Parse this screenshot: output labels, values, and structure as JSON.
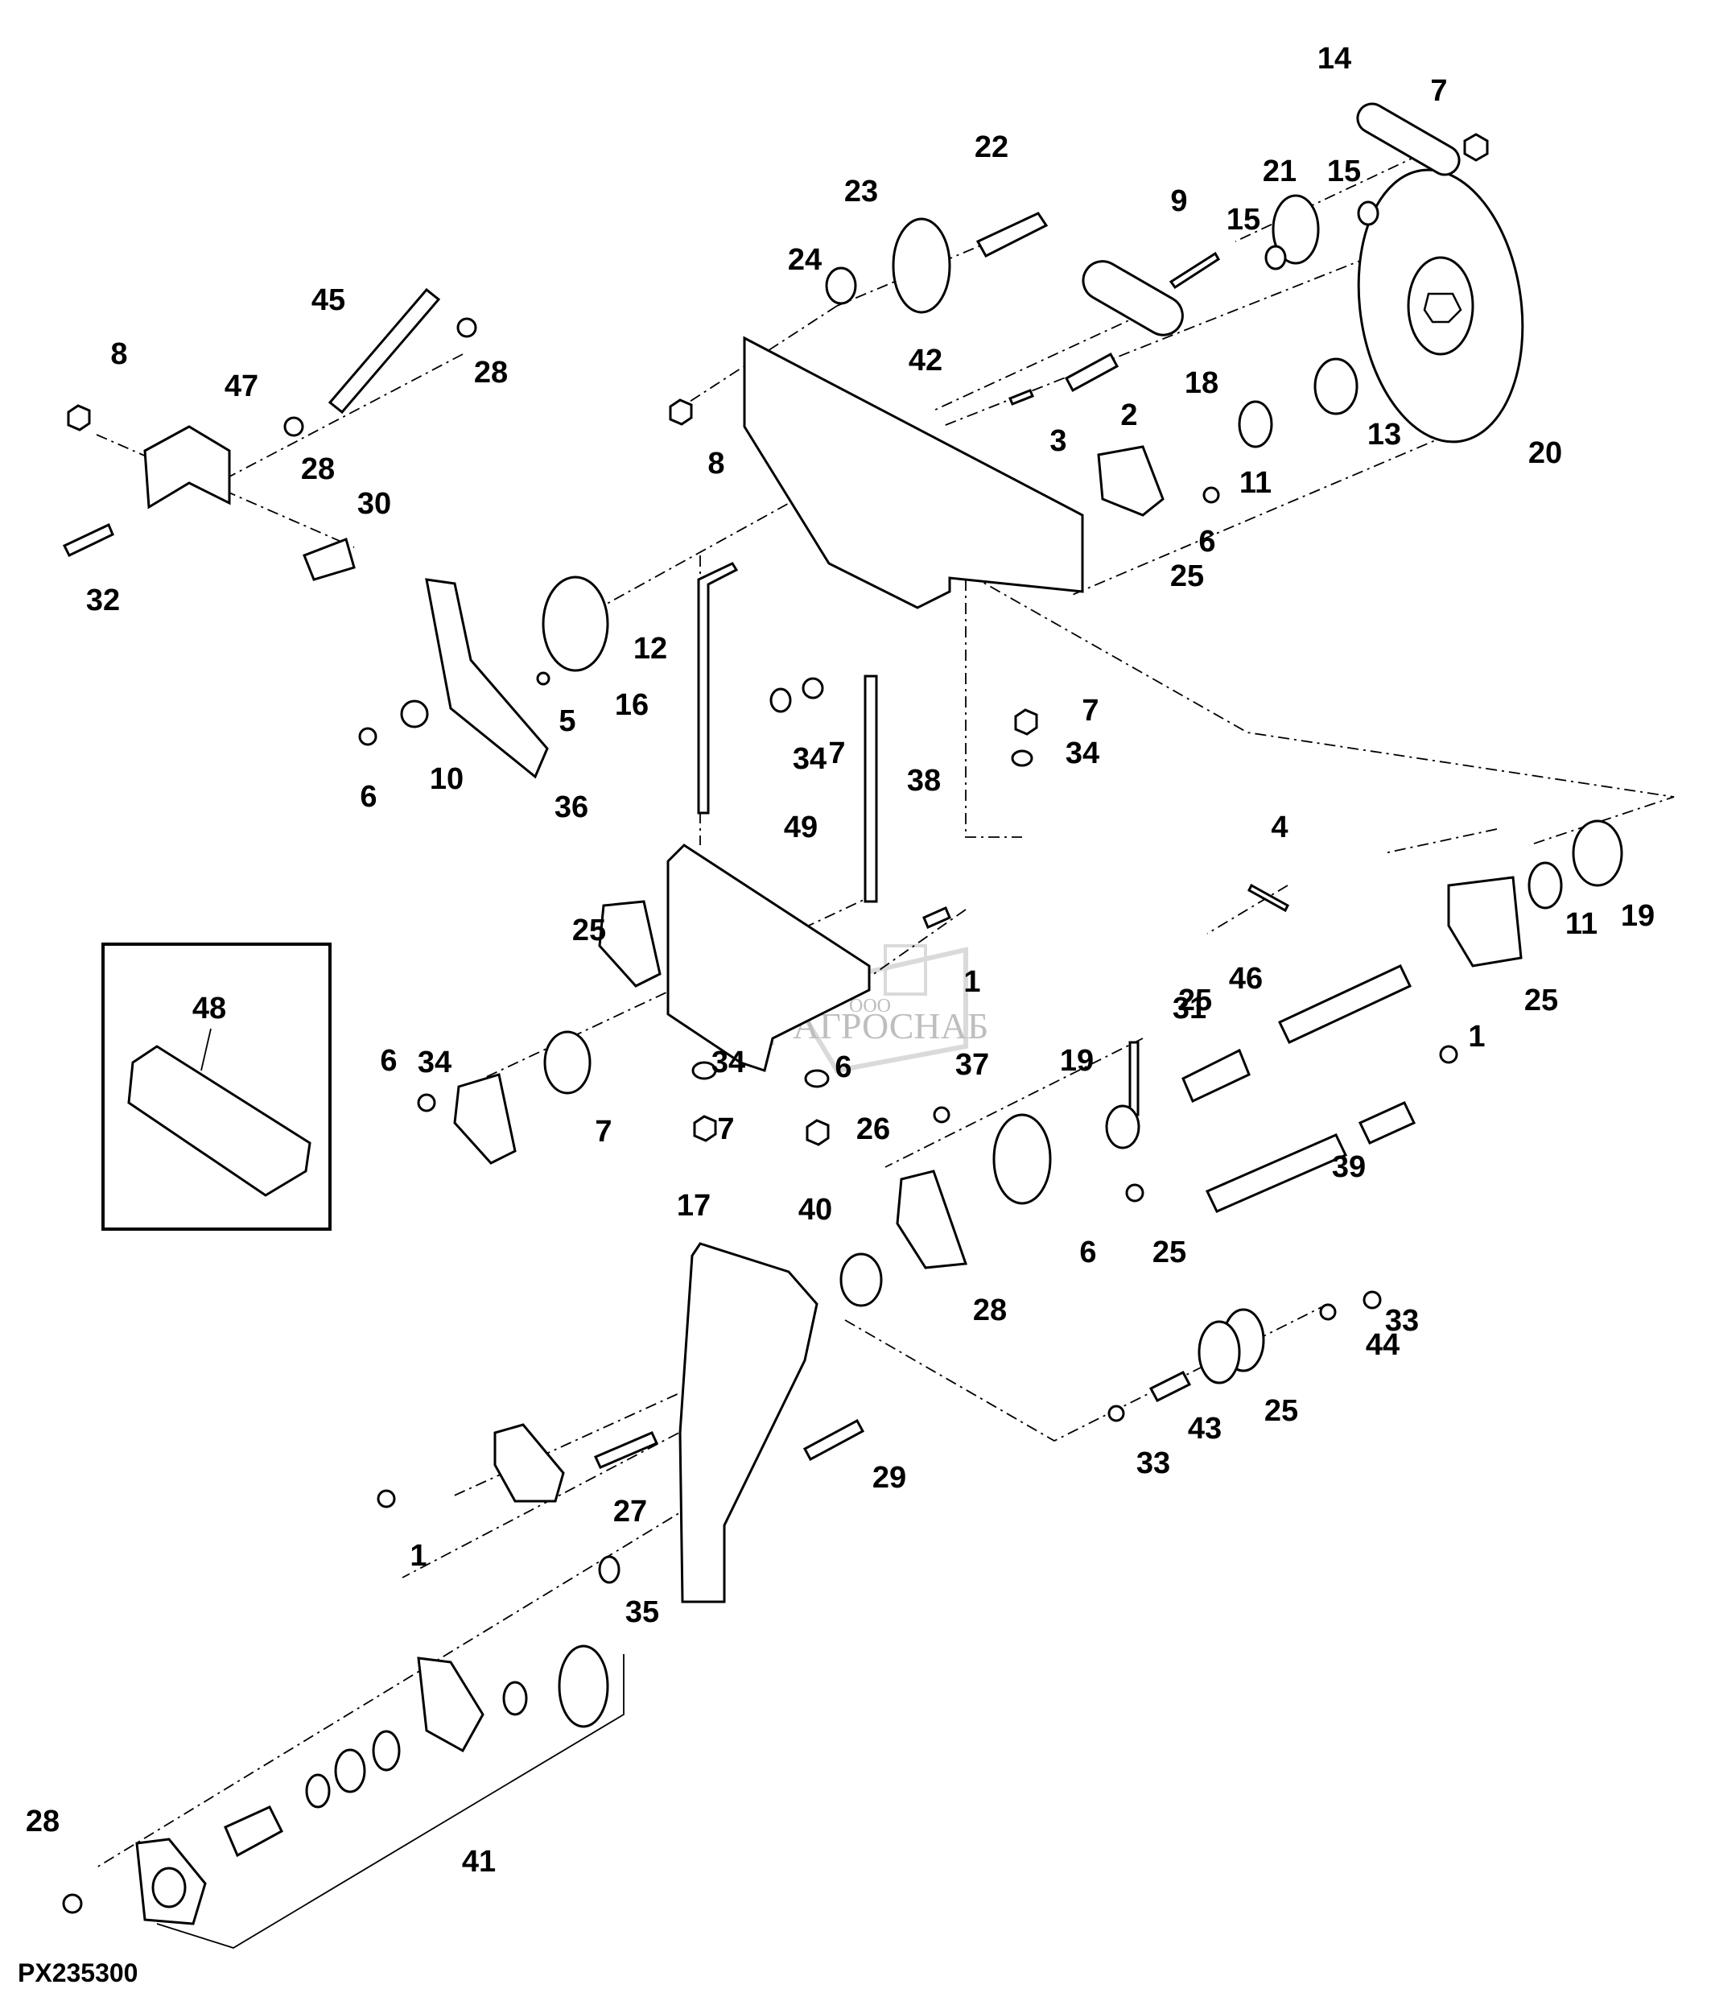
{
  "figure_id": "PX235300",
  "watermark": {
    "prefix": "ООО",
    "brand": "АГРОСНАБ",
    "color": "#b8b8b8"
  },
  "inset": {
    "callout": "48"
  },
  "callouts": [
    {
      "label": "14"
    },
    {
      "label": "7"
    },
    {
      "label": "22"
    },
    {
      "label": "23"
    },
    {
      "label": "21"
    },
    {
      "label": "15"
    },
    {
      "label": "9"
    },
    {
      "label": "15"
    },
    {
      "label": "24"
    },
    {
      "label": "45"
    },
    {
      "label": "8"
    },
    {
      "label": "47"
    },
    {
      "label": "28"
    },
    {
      "label": "42"
    },
    {
      "label": "28"
    },
    {
      "label": "8"
    },
    {
      "label": "2"
    },
    {
      "label": "18"
    },
    {
      "label": "3"
    },
    {
      "label": "13"
    },
    {
      "label": "20"
    },
    {
      "label": "11"
    },
    {
      "label": "30"
    },
    {
      "label": "32"
    },
    {
      "label": "6"
    },
    {
      "label": "25"
    },
    {
      "label": "12"
    },
    {
      "label": "16"
    },
    {
      "label": "5"
    },
    {
      "label": "10"
    },
    {
      "label": "6"
    },
    {
      "label": "36"
    },
    {
      "label": "7"
    },
    {
      "label": "34"
    },
    {
      "label": "34"
    },
    {
      "label": "7"
    },
    {
      "label": "38"
    },
    {
      "label": "4"
    },
    {
      "label": "49"
    },
    {
      "label": "1"
    },
    {
      "label": "19"
    },
    {
      "label": "11"
    },
    {
      "label": "25"
    },
    {
      "label": "1"
    },
    {
      "label": "25"
    },
    {
      "label": "46"
    },
    {
      "label": "31"
    },
    {
      "label": "25"
    },
    {
      "label": "6"
    },
    {
      "label": "34"
    },
    {
      "label": "34"
    },
    {
      "label": "6"
    },
    {
      "label": "37"
    },
    {
      "label": "19"
    },
    {
      "label": "7"
    },
    {
      "label": "7"
    },
    {
      "label": "26"
    },
    {
      "label": "39"
    },
    {
      "label": "17"
    },
    {
      "label": "40"
    },
    {
      "label": "6"
    },
    {
      "label": "25"
    },
    {
      "label": "28"
    },
    {
      "label": "33"
    },
    {
      "label": "44"
    },
    {
      "label": "25"
    },
    {
      "label": "43"
    },
    {
      "label": "33"
    },
    {
      "label": "29"
    },
    {
      "label": "27"
    },
    {
      "label": "1"
    },
    {
      "label": "35"
    },
    {
      "label": "28"
    },
    {
      "label": "41"
    }
  ]
}
